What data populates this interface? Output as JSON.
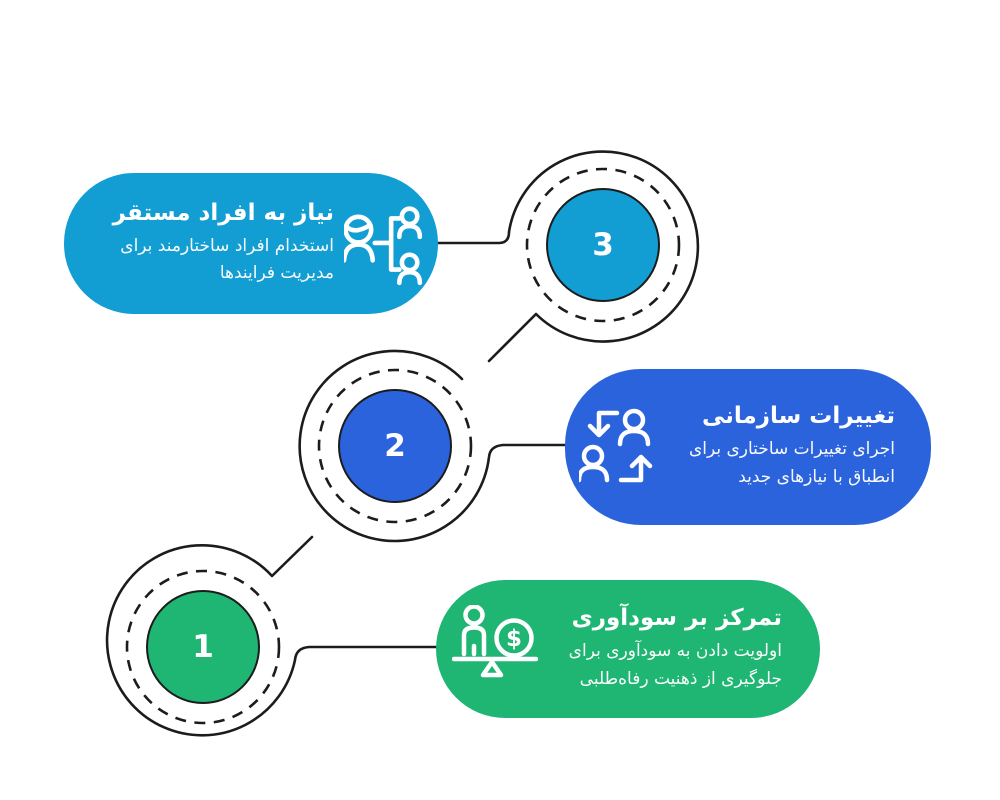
{
  "canvas": {
    "background": "#ffffff",
    "outline_color": "#1c1c1c",
    "icon_color": "#ffffff",
    "coin_symbol": "$"
  },
  "steps": [
    {
      "number": "1",
      "color": "#1FB573",
      "title": "تمرکز بر سودآوری",
      "subtitle_lines": [
        "اولویت دادن به سودآوری برای",
        "جلوگیری از ذهنیت رفاه‌طلبی"
      ],
      "icon": "profit-balance-icon"
    },
    {
      "number": "2",
      "color": "#2B63DC",
      "title": "تغییرات سازمانی",
      "subtitle_lines": [
        "اجرای تغییرات ساختاری برای",
        "انطباق با نیازهای جدید"
      ],
      "icon": "people-swap-icon"
    },
    {
      "number": "3",
      "color": "#129DD3",
      "title": "نیاز به افراد مستقر",
      "subtitle_lines": [
        "استخدام افراد ساختارمند برای",
        "مدیریت فرایندها"
      ],
      "icon": "org-structure-icon"
    }
  ]
}
